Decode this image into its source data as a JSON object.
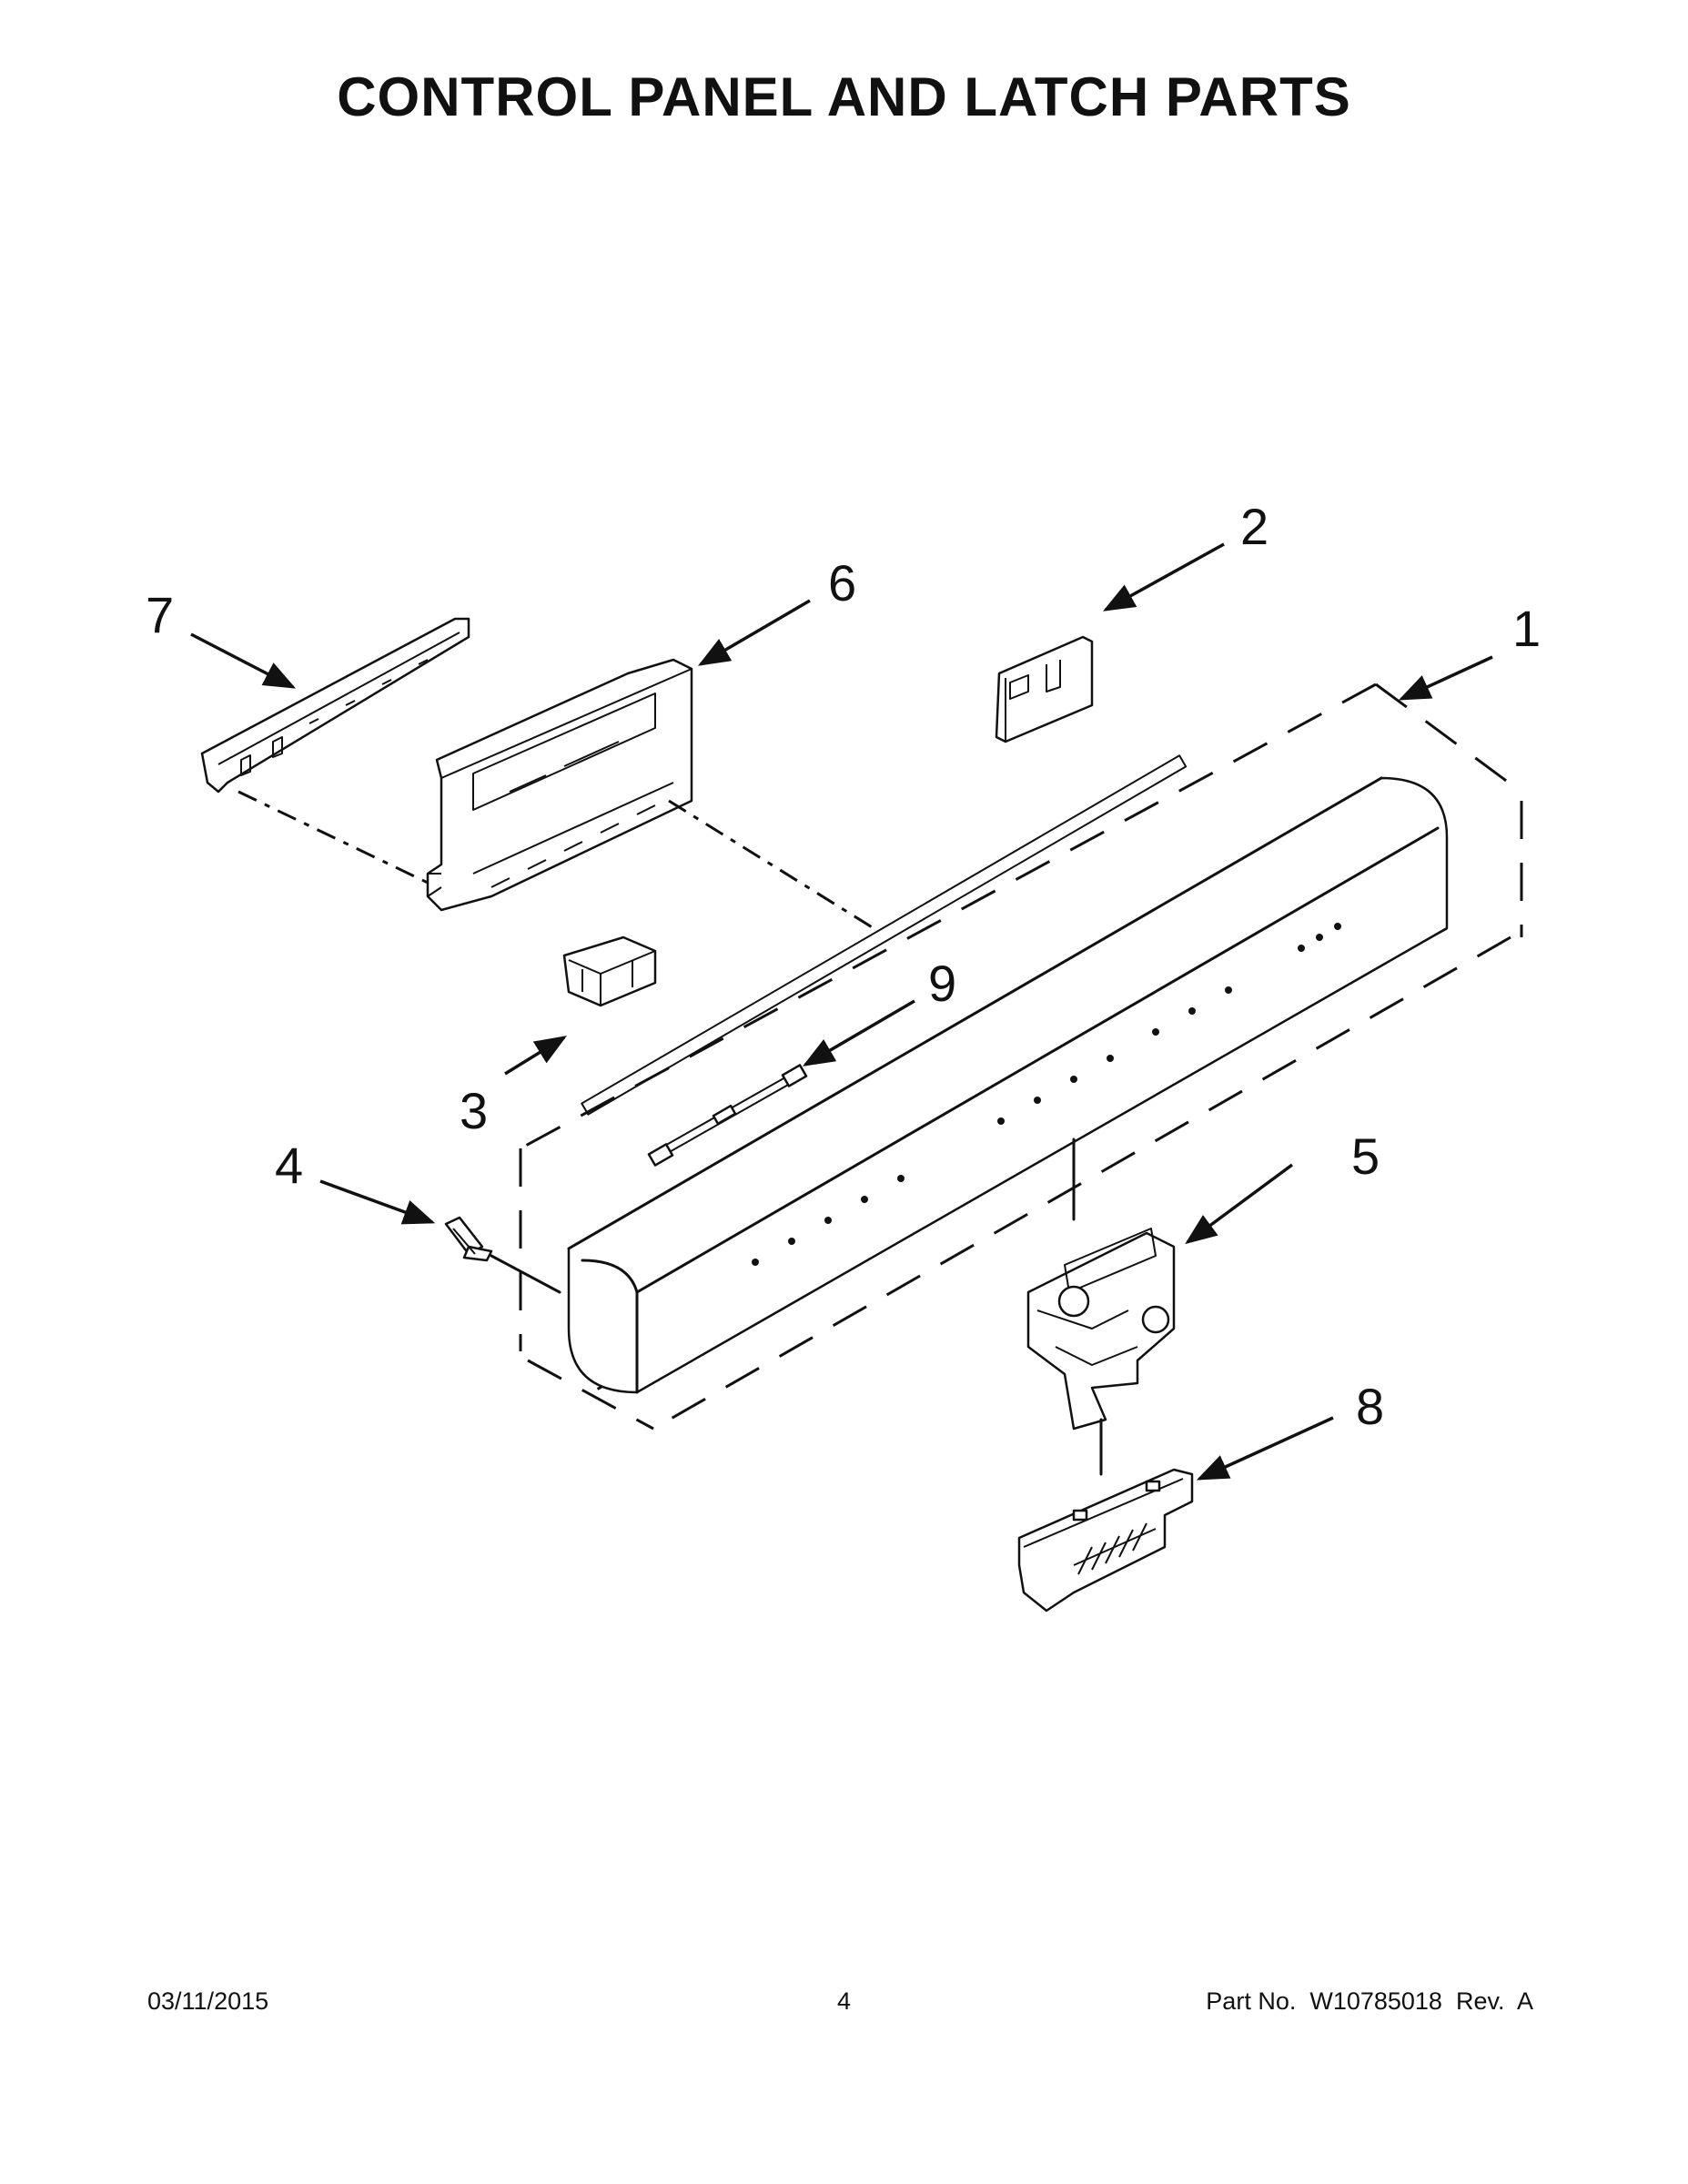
{
  "page": {
    "title": "CONTROL PANEL AND LATCH PARTS"
  },
  "callouts": [
    "1",
    "2",
    "3",
    "4",
    "5",
    "6",
    "7",
    "8",
    "9"
  ],
  "footer": {
    "date": "03/11/2015",
    "page_number": "4",
    "part_info": "Part No.  W10785018  Rev.  A"
  }
}
